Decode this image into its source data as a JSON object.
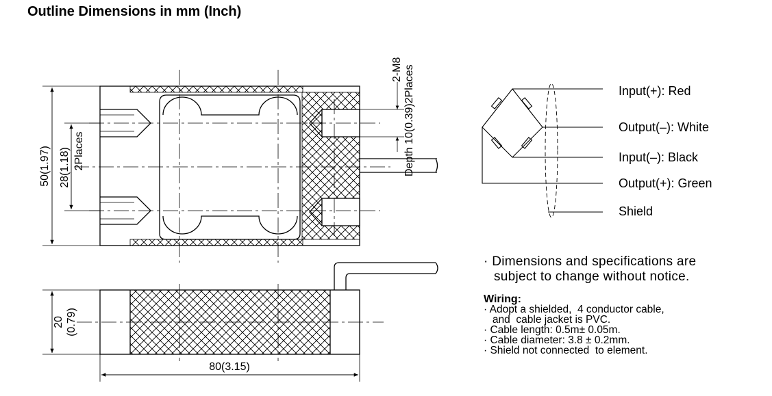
{
  "title": "Outline Dimensions in mm (Inch)",
  "dimensions": {
    "length": "80(3.15)",
    "width": "50(1.97)",
    "hole_spacing": "28(1.18)",
    "hole_spacing_note": "2Places",
    "height_mm": "20",
    "height_in": "(0.79)",
    "thread": "2-M8",
    "thread_depth": "Depth 10(0.39)2Places"
  },
  "wiring_diagram": {
    "labels": [
      "Input(+): Red",
      "Output(–): White",
      "Input(–): Black",
      "Output(+): Green",
      "Shield"
    ]
  },
  "notes": {
    "line1": "· Dimensions and specifications are",
    "line2": "subject to change without notice."
  },
  "wiring": {
    "title": "Wiring:",
    "items": [
      "· Adopt a shielded,  4 conductor cable,",
      "   and  cable jacket is PVC.",
      "· Cable length: 0.5m± 0.05m.",
      "· Cable diameter: 3.8 ± 0.2mm.",
      "· Shield not connected  to element."
    ]
  }
}
